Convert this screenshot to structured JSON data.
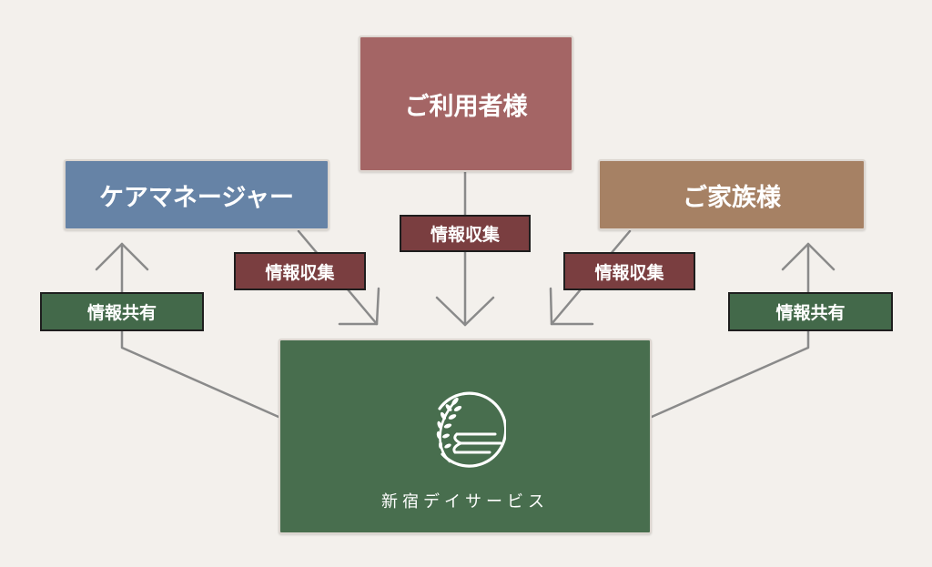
{
  "nodes": {
    "user": "ご利用者様",
    "care_manager": "ケアマネージャー",
    "family": "ご家族様",
    "center": "新宿デイサービス"
  },
  "tags": {
    "collect_center": "情報収集",
    "collect_left": "情報収集",
    "collect_right": "情報収集",
    "share_left": "情報共有",
    "share_right": "情報共有"
  },
  "icons": {
    "logo": "rice-ear-in-circle-icon"
  },
  "colors": {
    "background": "#f3f0ec",
    "user_box": "#a46565",
    "care_manager_box": "#6683a6",
    "family_box": "#a68164",
    "center_box": "#486e4e",
    "collect_tag": "#7a3e40",
    "share_tag": "#43694a",
    "connector": "#8a8a8a"
  }
}
